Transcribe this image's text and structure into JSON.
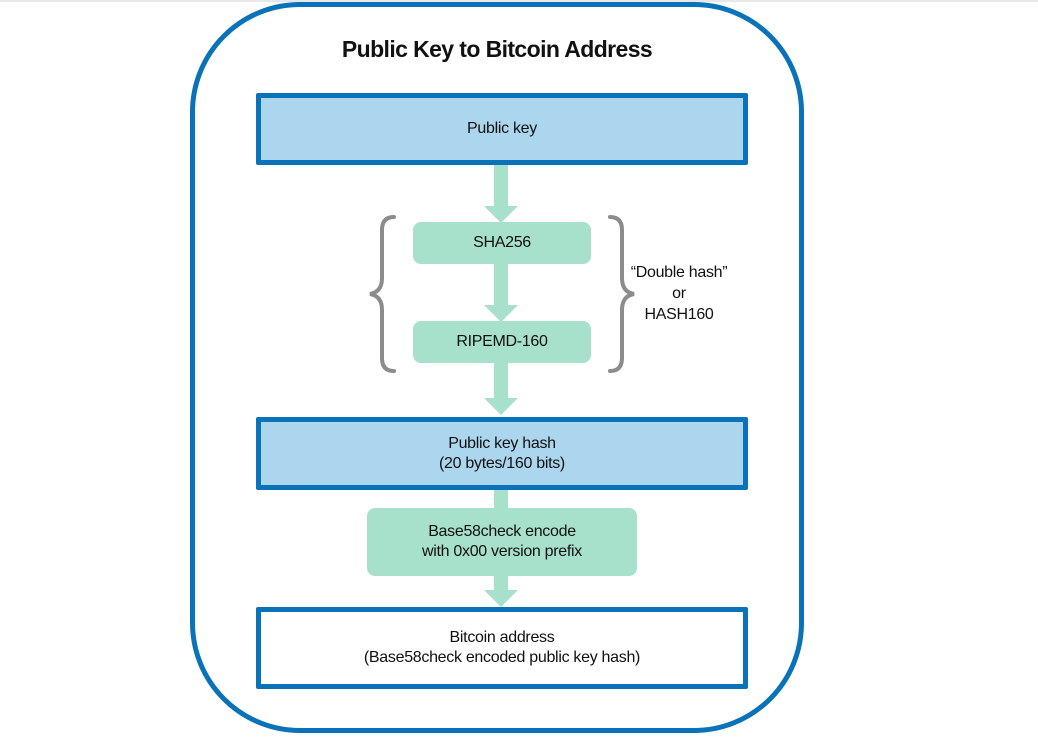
{
  "diagram": {
    "title": "Public Key to Bitcoin Address",
    "nodes": {
      "public_key": {
        "line1": "Public key"
      },
      "sha256": {
        "line1": "SHA256"
      },
      "ripemd160": {
        "line1": "RIPEMD-160"
      },
      "pubkey_hash": {
        "line1": "Public key hash",
        "line2": "(20 bytes/160 bits)"
      },
      "base58_encode": {
        "line1": "Base58check encode",
        "line2": "with 0x00 version prefix"
      },
      "bitcoin_address": {
        "line1": "Bitcoin address",
        "line2": "(Base58check encoded public key hash)"
      }
    },
    "annotation": {
      "line1": "“Double hash”",
      "line2": "or",
      "line3": "HASH160"
    },
    "edges": [
      [
        "public_key",
        "sha256"
      ],
      [
        "sha256",
        "ripemd160"
      ],
      [
        "ripemd160",
        "pubkey_hash"
      ],
      [
        "pubkey_hash",
        "base58_encode"
      ],
      [
        "base58_encode",
        "bitcoin_address"
      ]
    ],
    "colors": {
      "frame_border": "#0a72b8",
      "blue_fill": "#acd5ee",
      "green_fill": "#a7e0cb",
      "brace_gray": "#8c8c8c"
    }
  }
}
